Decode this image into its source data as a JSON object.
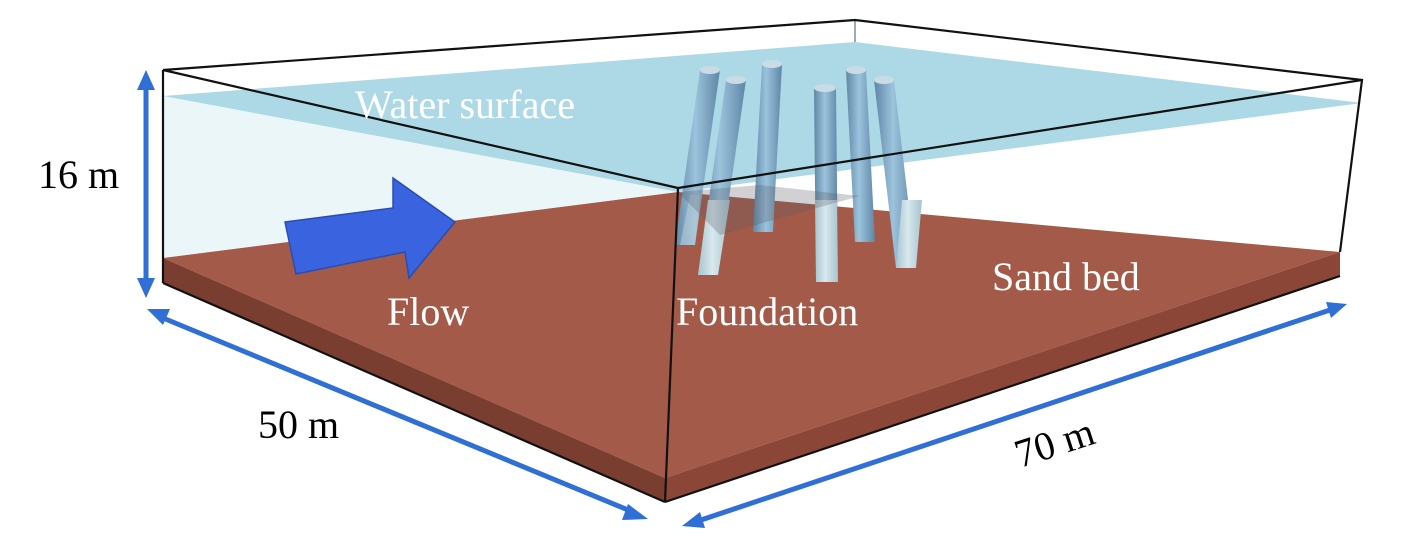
{
  "labels": {
    "water_surface": "Water surface",
    "sand_bed": "Sand bed",
    "flow": "Flow",
    "foundation": "Foundation"
  },
  "dimensions": {
    "height": "16 m",
    "width": "50 m",
    "length": "70 m"
  },
  "colors": {
    "sand_top": "#a45a48",
    "sand_front": "#7a3e31",
    "water": "#9fd2e2",
    "pile": "#7fa7c4",
    "arrow": "#3a63e0",
    "dimension": "#2f6fd6"
  }
}
